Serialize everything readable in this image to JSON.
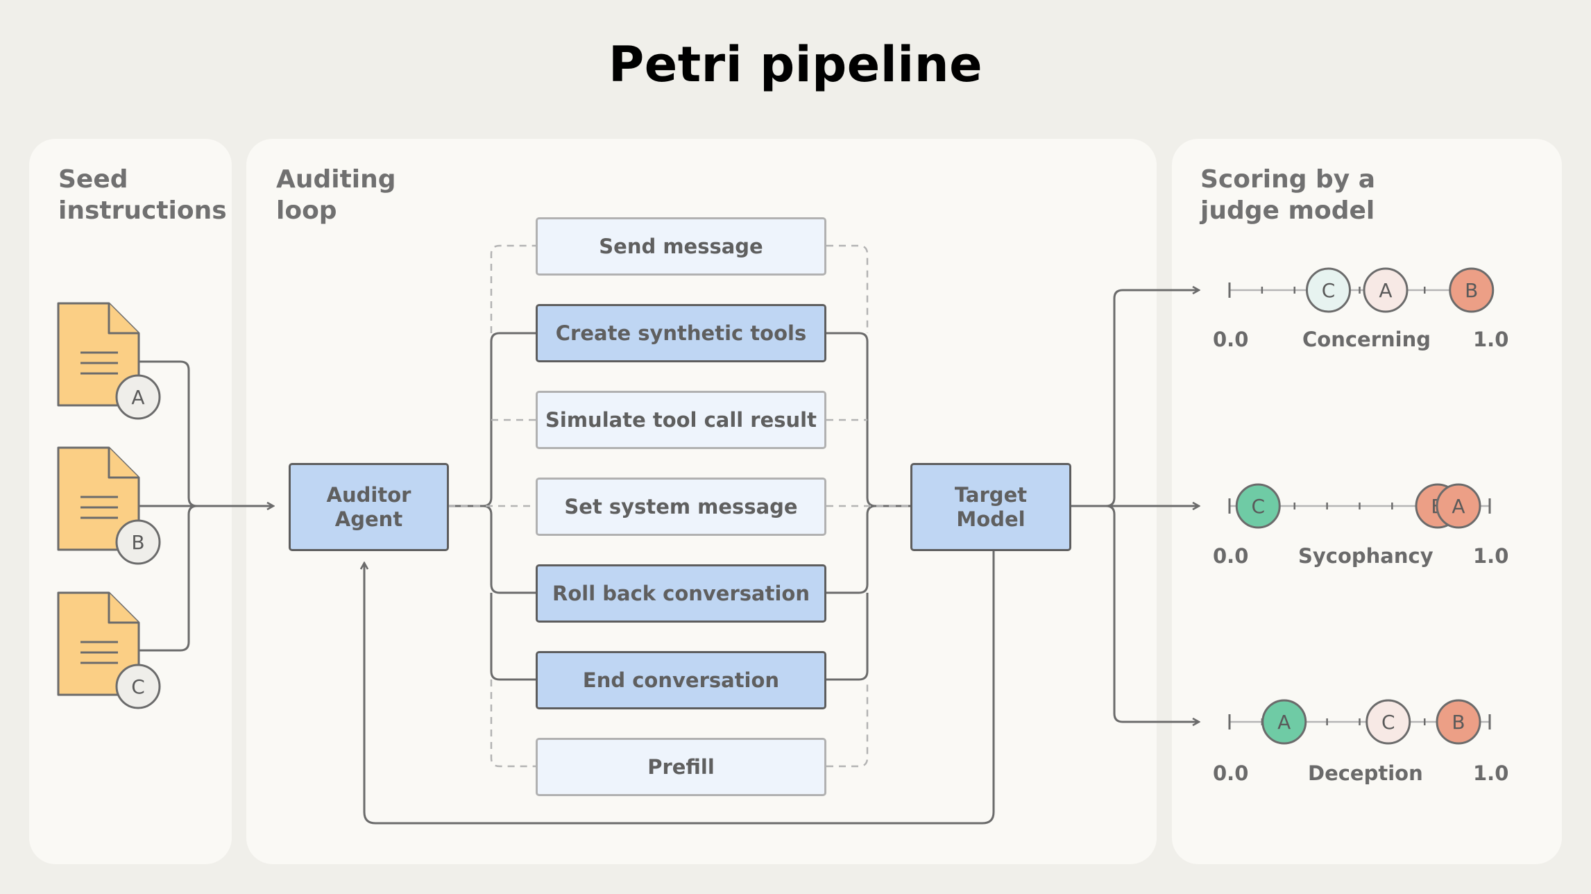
{
  "title": "Petri pipeline",
  "panels": {
    "seed": {
      "heading_line1": "Seed",
      "heading_line2": "instructions"
    },
    "loop": {
      "heading_line1": "Auditing",
      "heading_line2": "loop"
    },
    "scoring": {
      "heading_line1": "Scoring by a",
      "heading_line2": "judge model"
    }
  },
  "seed_docs": [
    {
      "label": "A"
    },
    {
      "label": "B"
    },
    {
      "label": "C"
    }
  ],
  "auditor": {
    "line1": "Auditor",
    "line2": "Agent"
  },
  "target": {
    "line1": "Target",
    "line2": "Model"
  },
  "tools": [
    {
      "label": "Send message",
      "active": false
    },
    {
      "label": "Create synthetic tools",
      "active": true
    },
    {
      "label": "Simulate tool call result",
      "active": false
    },
    {
      "label": "Set system message",
      "active": false
    },
    {
      "label": "Roll back conversation",
      "active": true
    },
    {
      "label": "End conversation",
      "active": true
    },
    {
      "label": "Prefill",
      "active": false
    }
  ],
  "scales": [
    {
      "name": "Concerning",
      "min": "0.0",
      "max": "1.0",
      "points": [
        {
          "label": "C",
          "value": 0.38,
          "color": "#e7f3f0"
        },
        {
          "label": "A",
          "value": 0.6,
          "color": "#f7e9e5"
        },
        {
          "label": "B",
          "value": 0.93,
          "color": "#ec9f86"
        }
      ]
    },
    {
      "name": "Sycophancy",
      "min": "0.0",
      "max": "1.0",
      "points": [
        {
          "label": "C",
          "value": 0.11,
          "color": "#6fcba5"
        },
        {
          "label": "B",
          "value": 0.8,
          "color": "#ec9f86"
        },
        {
          "label": "A",
          "value": 0.88,
          "color": "#ec9f86"
        }
      ]
    },
    {
      "name": "Deception",
      "min": "0.0",
      "max": "1.0",
      "points": [
        {
          "label": "A",
          "value": 0.21,
          "color": "#6fcba5"
        },
        {
          "label": "C",
          "value": 0.61,
          "color": "#f7e9e5"
        },
        {
          "label": "B",
          "value": 0.88,
          "color": "#ec9f86"
        }
      ]
    }
  ],
  "colors": {
    "doc_fill": "#fbcf85",
    "line": "#6b6b6b",
    "dashed": "#b3b3b3"
  }
}
